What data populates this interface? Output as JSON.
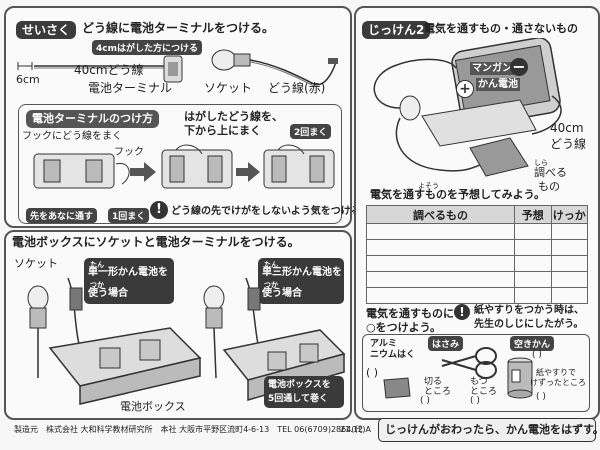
{
  "left_section": {
    "tag": "せいさく",
    "heading": "どう線に電池ターミナルをつける。",
    "strip_label": "4cmはがした方につける",
    "scale_6cm": "6cm",
    "wire_40cm": "40cmどう線",
    "battery_terminal": "電池ターミナル",
    "socket": "ソケット",
    "wire_red": "どう線(赤)"
  },
  "terminal_box": {
    "title": "電池ターミナルのつけ方",
    "hook_step": "フックにどう線をまく",
    "hook": "フック",
    "peeled_wire": "はがしたどう線を、",
    "wrap_bottom_up": "下から上にまく",
    "two_turns": "2回まく",
    "insert_tip": "先をあなに通す",
    "one_turn": "1回まく",
    "warning_icon": "!",
    "warning": "どう線の先でけがをしないよう気をつける。"
  },
  "battery_box_section": {
    "heading": "電池ボックスにソケットと電池ターミナルをつける。",
    "socket": "ソケット",
    "d_cell_ruby": "たん",
    "d_cell": "単一形かん電池を",
    "use_ruby": "つか",
    "use_case": "使う場合",
    "c_cell_ruby": "たん",
    "c_cell": "単三形かん電池を",
    "use_ruby2": "つか",
    "use_case2": "使う場合",
    "battery_box_label": "電池ボックス",
    "box_turn_1": "電池ボックスを",
    "box_turn_2": "5回通して巻く"
  },
  "experiment": {
    "tag": "じっけん2",
    "heading": "電気を通すもの・通さないもの",
    "manganese": "マンガン",
    "battery_label": "かん電池",
    "minus": "−",
    "plus": "+",
    "wire_40cm": "40cm",
    "wire_label": "どう線",
    "examine_ruby": "しら",
    "examine": "調べる",
    "things": "もの",
    "predict_ruby": "よそう",
    "predict": "電気を通すものを予想してみよう。",
    "table_headers": [
      "調べるもの",
      "予想",
      "けっか"
    ],
    "table_rows": 5,
    "conduct_note_1": "電気を通すものに",
    "conduct_note_2": "○をつけよう。",
    "caution_1": "紙やすりをつかう時は、",
    "caution_2": "先生のしじにしたがう。",
    "foil": "アルミ",
    "foil2": "ニウムはく",
    "scissors": "はさみ",
    "cut_part_1": "切る",
    "cut_part_2": "ところ",
    "hold_part_1": "もつ",
    "hold_part_2": "ところ",
    "can": "空きかん",
    "sanded_1": "紙やすりで",
    "sanded_2": "けずったところ",
    "paren": "(      )"
  },
  "footer": {
    "maker": "製造元　株式会社 大和科学教材研究所　本社 大阪市平野区流町4-6-13　TEL 06(6709)2864(代)",
    "code": "21.12.A",
    "reminder": "じっけんがおわったら、かん電池をはずす。"
  }
}
